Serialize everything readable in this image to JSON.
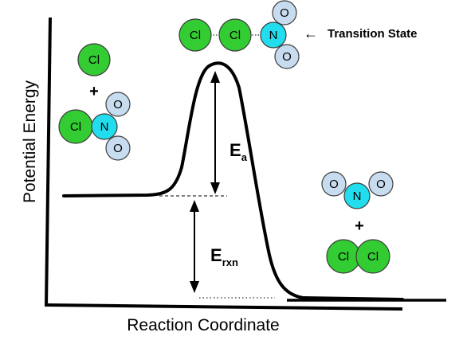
{
  "axes": {
    "x_label": "Reaction Coordinate",
    "y_label": "Potential Energy"
  },
  "labels": {
    "transition_state": "Transition State",
    "arrow_glyph": "←",
    "activation_energy_main": "E",
    "activation_energy_sub": "a",
    "reaction_energy_main": "E",
    "reaction_energy_sub": "rxn",
    "plus": "+"
  },
  "atoms": {
    "chlorine": "Cl",
    "nitrogen": "N",
    "oxygen": "O"
  },
  "colors": {
    "chlorine": "#33cc33",
    "nitrogen": "#22ddee",
    "oxygen": "#c8dcf0",
    "outline": "#3c3c3c",
    "curve": "#000000"
  }
}
